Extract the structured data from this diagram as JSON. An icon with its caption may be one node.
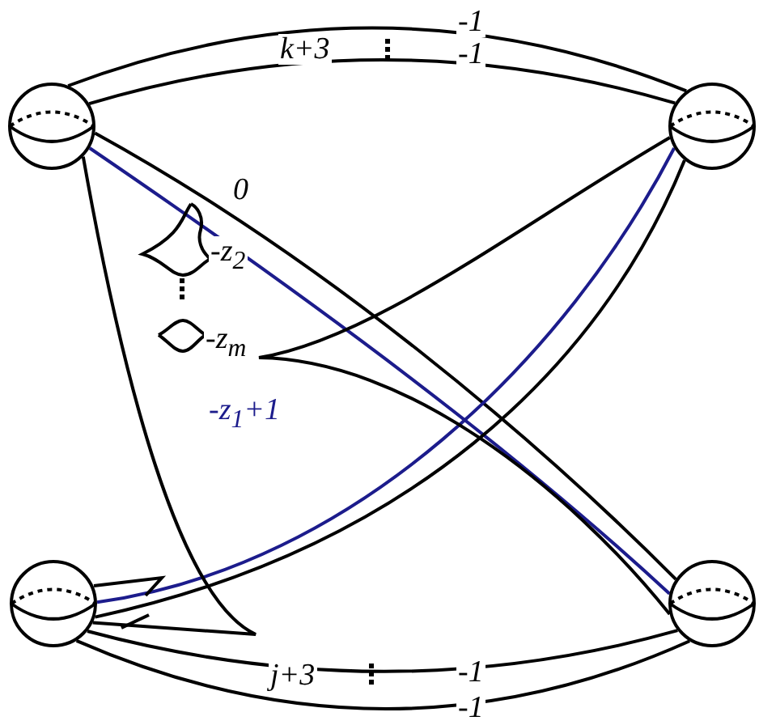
{
  "diagram": {
    "nodes": [
      {
        "text": [],
        "shape": "sphere"
      },
      {
        "text": [],
        "shape": "sphere"
      },
      {
        "text": [],
        "shape": "sphere"
      },
      {
        "text": [],
        "shape": "sphere"
      }
    ],
    "edges": [
      {
        "from": 0,
        "to": 1,
        "arrow": "none",
        "label": "-1"
      },
      {
        "from": 0,
        "to": 1,
        "arrow": "none",
        "label": "-1"
      },
      {
        "from": 0,
        "to": 3,
        "arrow": "none",
        "label": "0"
      },
      {
        "from": 0,
        "to": 3,
        "arrow": "none",
        "color": "#1c1c8c"
      },
      {
        "from": 1,
        "to": 2,
        "arrow": "none",
        "color": "#1c1c8c",
        "label": "-z$_{1}$+1"
      },
      {
        "from": 1,
        "to": 2,
        "arrow": "none"
      },
      {
        "from": 1,
        "to": 3,
        "arrow": "none"
      },
      {
        "from": 0,
        "to": 2,
        "arrow": "none"
      },
      {
        "from": 2,
        "to": 3,
        "arrow": "none",
        "label": "-1"
      },
      {
        "from": 2,
        "to": 3,
        "arrow": "none",
        "label": "-1"
      }
    ],
    "labels": [
      "k+3",
      "-z$_{2}$",
      "-z$_{m}$",
      "j+3"
    ]
  }
}
